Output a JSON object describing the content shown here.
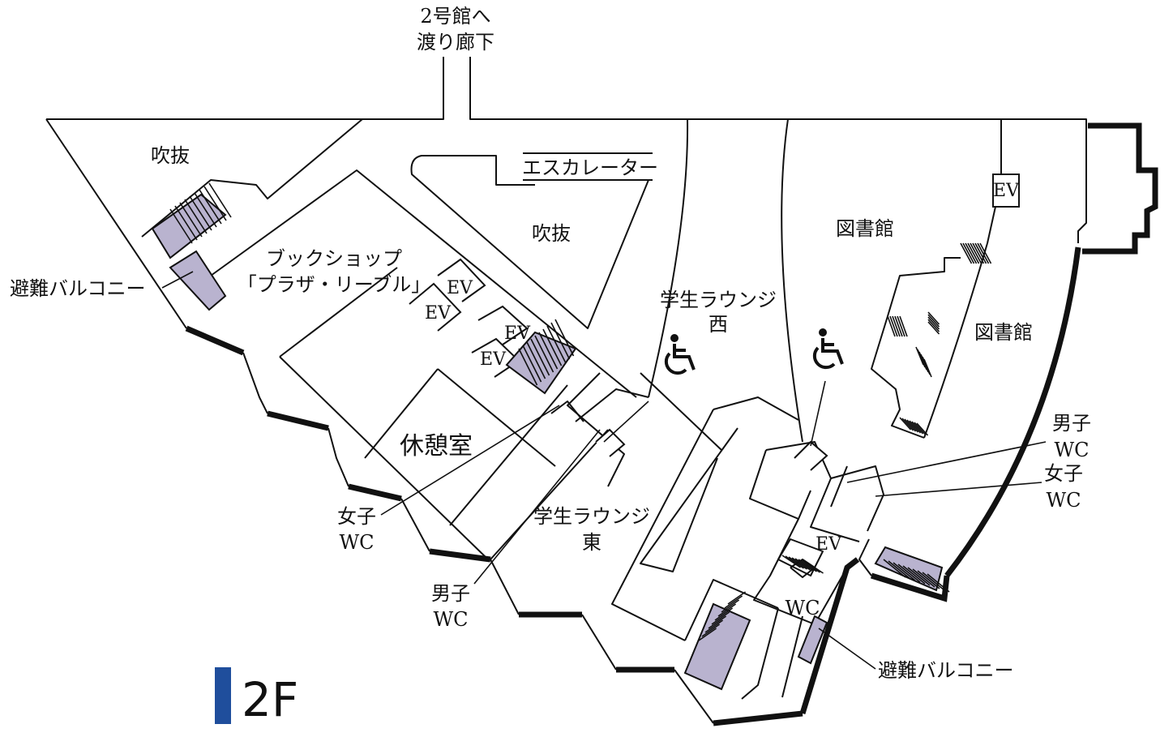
{
  "floor": {
    "label": "2F",
    "marker_color": "#1f4e9c"
  },
  "colors": {
    "balcony": "#b9b3cf",
    "wall": "#111111",
    "background": "#ffffff"
  },
  "corridor": {
    "line1": "2号館へ",
    "line2": "渡り廊下"
  },
  "atrium_west": "吹抜",
  "atrium_center": "吹抜",
  "escalator": "エスカレーター",
  "bookshop": {
    "line1": "ブックショップ",
    "line2": "「プラザ・リーブル」"
  },
  "balcony_west": "避難バルコニー",
  "balcony_south": "避難バルコニー",
  "elevators": {
    "ev1": "EV",
    "ev2": "EV",
    "ev3": "EV",
    "ev4": "EV",
    "ev_library": "EV",
    "ev_south": "EV"
  },
  "rest_room": "休憩室",
  "lounge_west": {
    "line1": "学生ラウンジ",
    "line2": "西"
  },
  "lounge_east": {
    "line1": "学生ラウンジ",
    "line2": "東"
  },
  "library_1": "図書館",
  "library_2": "図書館",
  "wc_women_west": {
    "line1": "女子",
    "line2": "WC"
  },
  "wc_men_west": {
    "line1": "男子",
    "line2": "WC"
  },
  "wc_men_east": {
    "line1": "男子",
    "line2": "WC"
  },
  "wc_women_east": {
    "line1": "女子",
    "line2": "WC"
  },
  "wc_south": "WC",
  "icons": {
    "accessible_1": "wheelchair-icon",
    "accessible_2": "wheelchair-icon"
  }
}
